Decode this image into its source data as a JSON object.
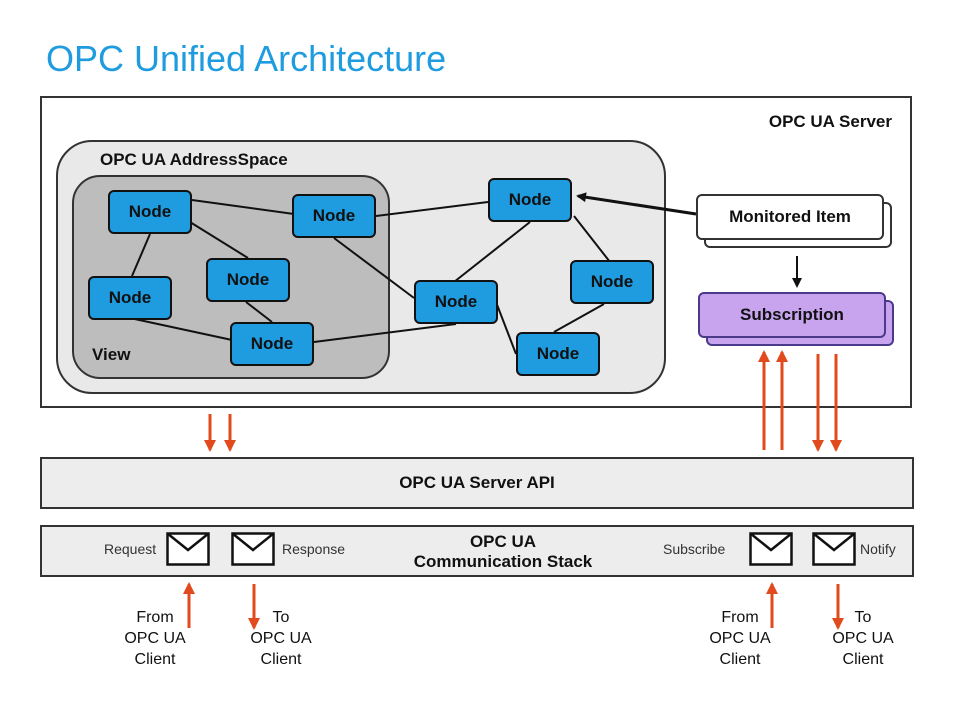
{
  "title": "OPC Unified Architecture",
  "server": {
    "label": "OPC UA Server"
  },
  "address_space": {
    "label": "OPC UA AddressSpace"
  },
  "view": {
    "label": "View"
  },
  "nodes": [
    {
      "label": "Node"
    },
    {
      "label": "Node"
    },
    {
      "label": "Node"
    },
    {
      "label": "Node"
    },
    {
      "label": "Node"
    },
    {
      "label": "Node"
    },
    {
      "label": "Node"
    },
    {
      "label": "Node"
    },
    {
      "label": "Node"
    }
  ],
  "monitored_item": {
    "label": "Monitored Item"
  },
  "subscription": {
    "label": "Subscription"
  },
  "api": {
    "label": "OPC UA Server API"
  },
  "stack": {
    "title_line1": "OPC UA",
    "title_line2": "Communication Stack",
    "request": "Request",
    "response": "Response",
    "subscribe": "Subscribe",
    "notify": "Notify"
  },
  "clients": {
    "from_left": [
      "From",
      "OPC UA",
      "Client"
    ],
    "to_left": [
      "To",
      "OPC UA",
      "Client"
    ],
    "from_right": [
      "From",
      "OPC UA",
      "Client"
    ],
    "to_right": [
      "To",
      "OPC UA",
      "Client"
    ]
  },
  "colors": {
    "title": "#1f9be0",
    "node": "#1f9be0",
    "subscription": "#c8a4ef",
    "arrow": "#e04a1c"
  }
}
